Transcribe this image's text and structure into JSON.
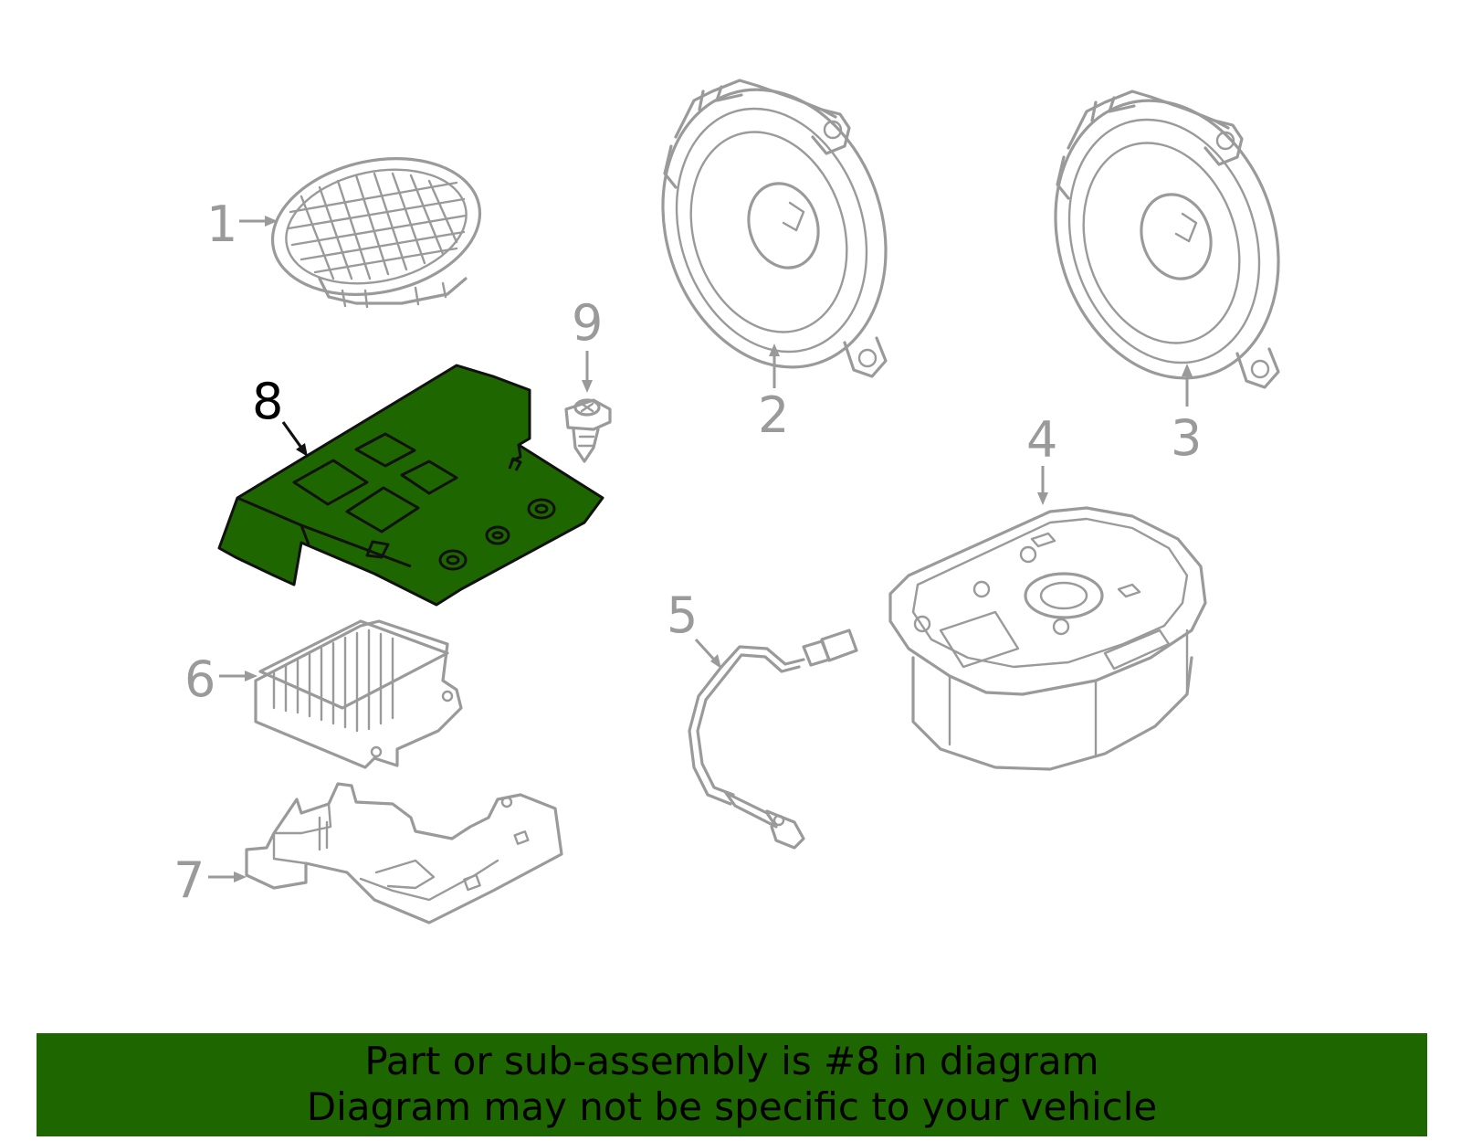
{
  "diagram": {
    "highlight_color": "#1e6600",
    "part_line_color": "#9a9a9a",
    "callouts": [
      {
        "id": "1",
        "label": "1",
        "part_icon": "tweeter-grille"
      },
      {
        "id": "2",
        "label": "2",
        "part_icon": "door-speaker"
      },
      {
        "id": "3",
        "label": "3",
        "part_icon": "door-speaker"
      },
      {
        "id": "4",
        "label": "4",
        "part_icon": "subwoofer"
      },
      {
        "id": "5",
        "label": "5",
        "part_icon": "wire-harness"
      },
      {
        "id": "6",
        "label": "6",
        "part_icon": "amplifier"
      },
      {
        "id": "7",
        "label": "7",
        "part_icon": "mounting-bracket"
      },
      {
        "id": "8",
        "label": "8",
        "part_icon": "amplifier-cover",
        "highlighted": true
      },
      {
        "id": "9",
        "label": "9",
        "part_icon": "push-clip"
      }
    ]
  },
  "banner": {
    "background": "#1e6600",
    "line1": "Part or sub-assembly is #8 in diagram",
    "line2": "Diagram may not be specific to your vehicle"
  }
}
